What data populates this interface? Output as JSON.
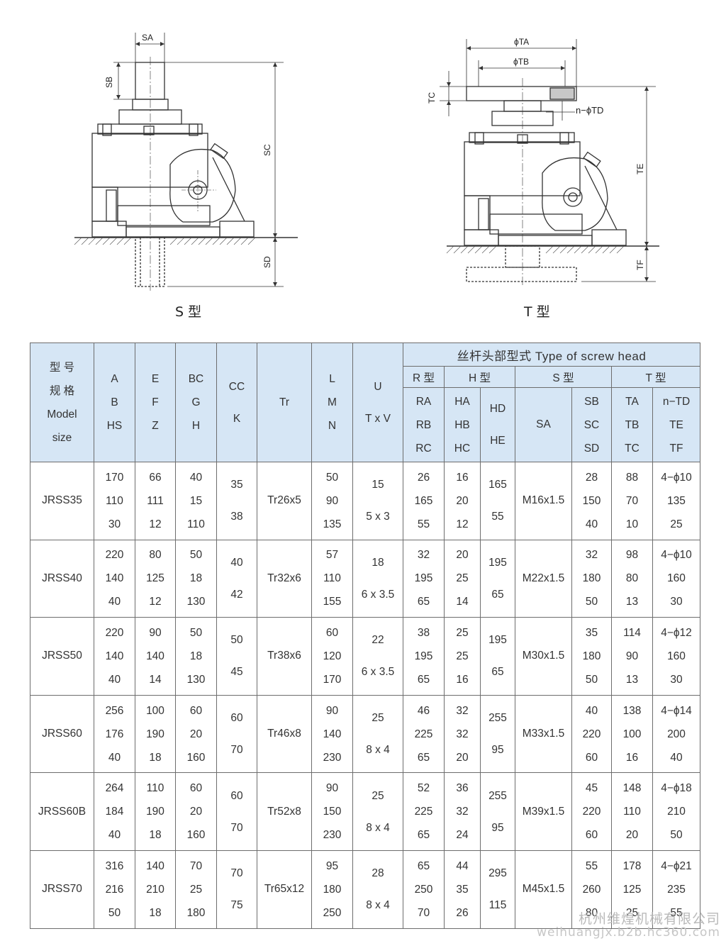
{
  "drawings": {
    "s_caption": "S 型",
    "t_caption": "T 型",
    "s_dims": {
      "sa": "SA",
      "sb": "SB",
      "sc": "SC",
      "sd": "SD"
    },
    "t_dims": {
      "ta": "ϕTA",
      "tb": "ϕTB",
      "tc": "TC",
      "td": "n−ϕTD",
      "te": "TE",
      "tf": "TF"
    }
  },
  "table": {
    "head": {
      "model": [
        "型 号",
        "规 格",
        "Model",
        "size"
      ],
      "c1": [
        "A",
        "B",
        "HS"
      ],
      "c2": [
        "E",
        "F",
        "Z"
      ],
      "c3": [
        "BC",
        "G",
        "H"
      ],
      "c4": [
        "CC",
        "K"
      ],
      "c5": "Tr",
      "c6": [
        "L",
        "M",
        "N"
      ],
      "c7": [
        "U",
        "T x V"
      ],
      "screw_group": "丝杆头部型式  Type of screw head",
      "r_type": "R 型",
      "h_type": "H 型",
      "s_type": "S 型",
      "t_type": "T 型",
      "r_cols": [
        "RA",
        "RB",
        "RC"
      ],
      "h1_cols": [
        "HA",
        "HB",
        "HC"
      ],
      "h2_cols": [
        "HD",
        "HE"
      ],
      "sa": "SA",
      "sb_cols": [
        "SB",
        "SC",
        "SD"
      ],
      "ta_cols": [
        "TA",
        "TB",
        "TC"
      ],
      "td_cols": [
        "n−TD",
        "TE",
        "TF"
      ]
    },
    "rows": [
      {
        "model": "JRSS35",
        "c1": [
          "170",
          "110",
          "30"
        ],
        "c2": [
          "66",
          "111",
          "12"
        ],
        "c3": [
          "40",
          "15",
          "110"
        ],
        "c4": [
          "35",
          "38"
        ],
        "tr": "Tr26x5",
        "c6": [
          "50",
          "90",
          "135"
        ],
        "c7": [
          "15",
          "5 x 3"
        ],
        "r": [
          "26",
          "165",
          "55"
        ],
        "h1": [
          "16",
          "20",
          "12"
        ],
        "h2": [
          "165",
          "55"
        ],
        "sa": "M16x1.5",
        "s": [
          "28",
          "150",
          "40"
        ],
        "t1": [
          "88",
          "70",
          "10"
        ],
        "t2": [
          "4−ϕ10",
          "135",
          "25"
        ]
      },
      {
        "model": "JRSS40",
        "c1": [
          "220",
          "140",
          "40"
        ],
        "c2": [
          "80",
          "125",
          "12"
        ],
        "c3": [
          "50",
          "18",
          "130"
        ],
        "c4": [
          "40",
          "42"
        ],
        "tr": "Tr32x6",
        "c6": [
          "57",
          "110",
          "155"
        ],
        "c7": [
          "18",
          "6 x 3.5"
        ],
        "r": [
          "32",
          "195",
          "65"
        ],
        "h1": [
          "20",
          "25",
          "14"
        ],
        "h2": [
          "195",
          "65"
        ],
        "sa": "M22x1.5",
        "s": [
          "32",
          "180",
          "50"
        ],
        "t1": [
          "98",
          "80",
          "13"
        ],
        "t2": [
          "4−ϕ10",
          "160",
          "30"
        ]
      },
      {
        "model": "JRSS50",
        "c1": [
          "220",
          "140",
          "40"
        ],
        "c2": [
          "90",
          "140",
          "14"
        ],
        "c3": [
          "50",
          "18",
          "130"
        ],
        "c4": [
          "50",
          "45"
        ],
        "tr": "Tr38x6",
        "c6": [
          "60",
          "120",
          "170"
        ],
        "c7": [
          "22",
          "6 x 3.5"
        ],
        "r": [
          "38",
          "195",
          "65"
        ],
        "h1": [
          "25",
          "25",
          "16"
        ],
        "h2": [
          "195",
          "65"
        ],
        "sa": "M30x1.5",
        "s": [
          "35",
          "180",
          "50"
        ],
        "t1": [
          "114",
          "90",
          "13"
        ],
        "t2": [
          "4−ϕ12",
          "160",
          "30"
        ]
      },
      {
        "model": "JRSS60",
        "c1": [
          "256",
          "176",
          "40"
        ],
        "c2": [
          "100",
          "190",
          "18"
        ],
        "c3": [
          "60",
          "20",
          "160"
        ],
        "c4": [
          "60",
          "70"
        ],
        "tr": "Tr46x8",
        "c6": [
          "90",
          "140",
          "230"
        ],
        "c7": [
          "25",
          "8 x 4"
        ],
        "r": [
          "46",
          "225",
          "65"
        ],
        "h1": [
          "32",
          "32",
          "20"
        ],
        "h2": [
          "255",
          "95"
        ],
        "sa": "M33x1.5",
        "s": [
          "40",
          "220",
          "60"
        ],
        "t1": [
          "138",
          "100",
          "16"
        ],
        "t2": [
          "4−ϕ14",
          "200",
          "40"
        ]
      },
      {
        "model": "JRSS60B",
        "c1": [
          "264",
          "184",
          "40"
        ],
        "c2": [
          "110",
          "190",
          "18"
        ],
        "c3": [
          "60",
          "20",
          "160"
        ],
        "c4": [
          "60",
          "70"
        ],
        "tr": "Tr52x8",
        "c6": [
          "90",
          "150",
          "230"
        ],
        "c7": [
          "25",
          "8 x 4"
        ],
        "r": [
          "52",
          "225",
          "65"
        ],
        "h1": [
          "36",
          "32",
          "24"
        ],
        "h2": [
          "255",
          "95"
        ],
        "sa": "M39x1.5",
        "s": [
          "45",
          "220",
          "60"
        ],
        "t1": [
          "148",
          "110",
          "20"
        ],
        "t2": [
          "4−ϕ18",
          "210",
          "50"
        ]
      },
      {
        "model": "JRSS70",
        "c1": [
          "316",
          "216",
          "50"
        ],
        "c2": [
          "140",
          "210",
          "18"
        ],
        "c3": [
          "70",
          "25",
          "180"
        ],
        "c4": [
          "70",
          "75"
        ],
        "tr": "Tr65x12",
        "c6": [
          "95",
          "180",
          "250"
        ],
        "c7": [
          "28",
          "8 x 4"
        ],
        "r": [
          "65",
          "250",
          "70"
        ],
        "h1": [
          "44",
          "35",
          "26"
        ],
        "h2": [
          "295",
          "115"
        ],
        "sa": "M45x1.5",
        "s": [
          "55",
          "260",
          "80"
        ],
        "t1": [
          "178",
          "125",
          "25"
        ],
        "t2": [
          "4−ϕ21",
          "235",
          "55"
        ]
      }
    ]
  },
  "watermark": {
    "line1": "杭州维煌机械有限公司",
    "line2": "weihuangjx.b2b.hc360.com"
  }
}
